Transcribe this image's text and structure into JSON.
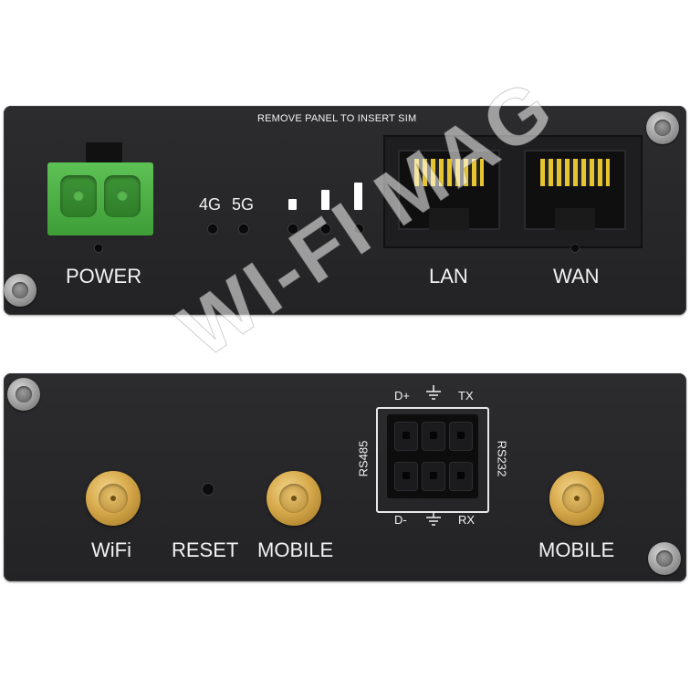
{
  "top_panel": {
    "sim_label": "REMOVE PANEL TO INSERT SIM",
    "power_label": "POWER",
    "led_4g_label": "4G",
    "led_5g_label": "5G",
    "lan_label": "LAN",
    "wan_label": "WAN"
  },
  "bottom_panel": {
    "wifi_label": "WiFi",
    "reset_label": "RESET",
    "mobile_label_1": "MOBILE",
    "mobile_label_2": "MOBILE",
    "serial": {
      "d_plus": "D+",
      "tx": "TX",
      "d_minus": "D-",
      "rx": "RX",
      "rs485": "RS485",
      "rs232": "RS232"
    }
  },
  "watermark": "WI-FI MAG",
  "colors": {
    "panel": "#2a2a2c",
    "terminal_green": "#4caf45",
    "sma_gold": "#d7a94b",
    "rj45_contacts": "#e7c531"
  }
}
